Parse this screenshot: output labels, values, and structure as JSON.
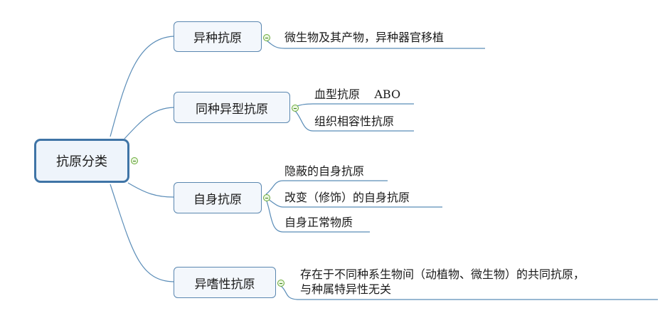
{
  "title": "抗原分类",
  "branches": [
    {
      "label": "异种抗原",
      "children": [
        "微生物及其产物，异种器官移植"
      ]
    },
    {
      "label": "同种异型抗原",
      "children": [
        "血型抗原    ABO",
        "组织相容性抗原"
      ]
    },
    {
      "label": "自身抗原",
      "children": [
        "隐蔽的自身抗原",
        "改变（修饰）的自身抗原",
        "自身正常物质"
      ]
    },
    {
      "label": "异嗜性抗原",
      "children": [
        "存在于不同种系生物间（动植物、微生物）的共同抗原，",
        "与种属特异性无关"
      ]
    }
  ],
  "colors": {
    "line": "#5b8db8",
    "root_border": "#3f74a6",
    "toggle": "#6aab3a"
  }
}
